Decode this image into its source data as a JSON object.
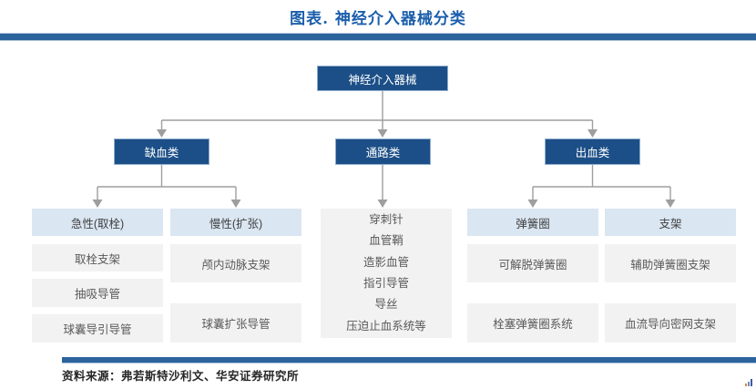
{
  "title": "图表. 神经介入器械分类",
  "source": "资料来源：弗若斯特沙利文、华安证券研究所",
  "colors": {
    "title_blue": "#1B5EAC",
    "rule_blue": "#2B639C",
    "node_dark_blue": "#1C4F87",
    "node_light_blue": "#DAE6F2",
    "node_gray": "#F2F2F2",
    "connector_gray": "#9E9E9E"
  },
  "tree": {
    "root": "神经介入器械",
    "branches": [
      {
        "label": "缺血类",
        "children": [
          {
            "label": "急性(取栓)",
            "items": [
              "取栓支架",
              "抽吸导管",
              "球囊导引导管"
            ]
          },
          {
            "label": "慢性(扩张)",
            "items": [
              "颅内动脉支架",
              "球囊扩张导管"
            ]
          }
        ]
      },
      {
        "label": "通路类",
        "items": [
          "穿刺针",
          "血管鞘",
          "造影血管",
          "指引导管",
          "导丝",
          "压迫止血系统等"
        ]
      },
      {
        "label": "出血类",
        "children": [
          {
            "label": "弹簧圈",
            "items": [
              "可解脱弹簧圈",
              "栓塞弹簧圈系统"
            ]
          },
          {
            "label": "支架",
            "items": [
              "辅助弹簧圈支架",
              "血流导向密网支架"
            ]
          }
        ]
      }
    ]
  }
}
